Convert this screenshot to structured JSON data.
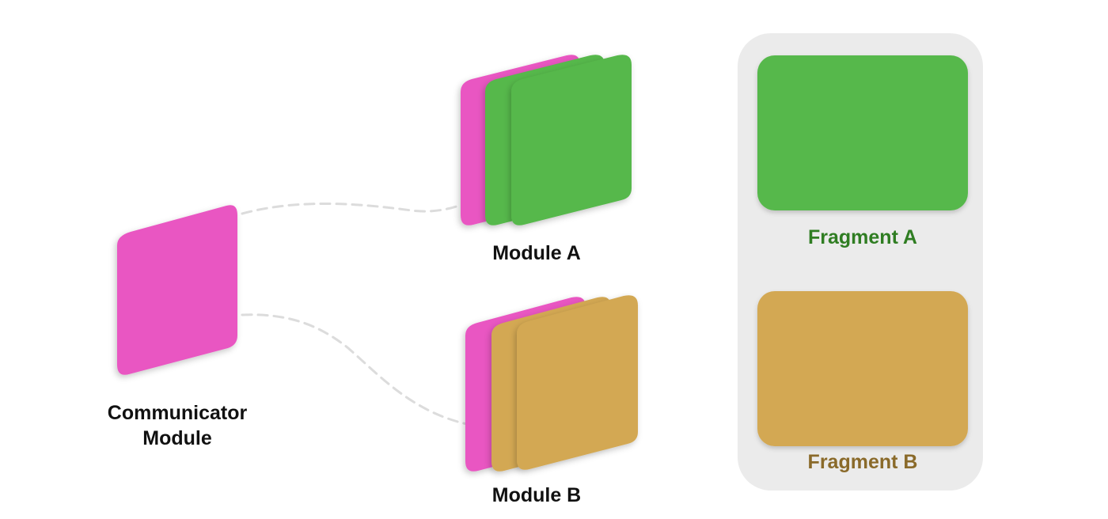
{
  "communicator": {
    "label_line1": "Communicator",
    "label_line2": "Module"
  },
  "module_a": {
    "label": "Module A"
  },
  "module_b": {
    "label": "Module B"
  },
  "fragments_panel": {
    "fragment_a": {
      "label": "Fragment A"
    },
    "fragment_b": {
      "label": "Fragment B"
    }
  },
  "colors": {
    "communicator": "#e957c2",
    "module_a": "#57b84b",
    "module_b": "#d3a852",
    "fragment_a_text": "#2f7d22",
    "fragment_b_text": "#8a6a2a",
    "panel_bg": "#ebebeb",
    "connector": "#dcdcdc"
  }
}
